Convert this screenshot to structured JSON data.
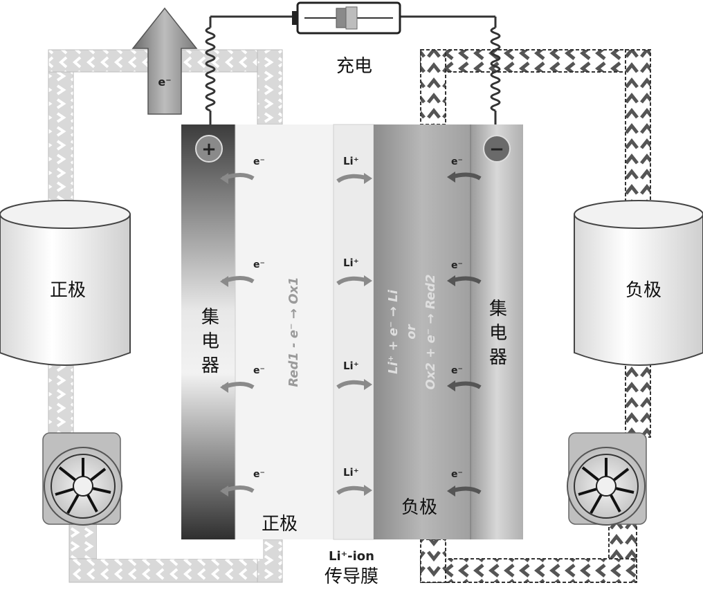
{
  "labels": {
    "charge": "充电",
    "positive_tank": "正极",
    "negative_tank": "负极",
    "positive_electrode": "正极",
    "negative_electrode": "负极",
    "collector_left": [
      "集",
      "电",
      "器"
    ],
    "collector_right": [
      "集",
      "电",
      "器"
    ],
    "membrane_line1": "Li⁺-ion",
    "membrane_line2": "传导膜",
    "plus_sign": "+",
    "minus_sign": "−"
  },
  "particles": {
    "electron": "e⁻",
    "lithium_ion": "Li⁺"
  },
  "reactions": {
    "positive": "Red1 - e⁻ → Ox1",
    "negative_line1": "Li⁺ + e⁻ → Li",
    "negative_line2": "or",
    "negative_line3": "Ox2 + e⁻ → Red2"
  },
  "colors": {
    "left_flow": "#d8d8d8",
    "right_flow": "#8a8a8a",
    "positive_collector_top": "#5a5a5a",
    "membrane": "#ececec",
    "negative_region": "#9a9a9a"
  },
  "icons": [
    "battery-icon",
    "spring-coil-icon",
    "arrow-up-icon",
    "pump-icon",
    "tank-icon",
    "curved-arrow-icon",
    "plus-icon",
    "minus-icon"
  ]
}
